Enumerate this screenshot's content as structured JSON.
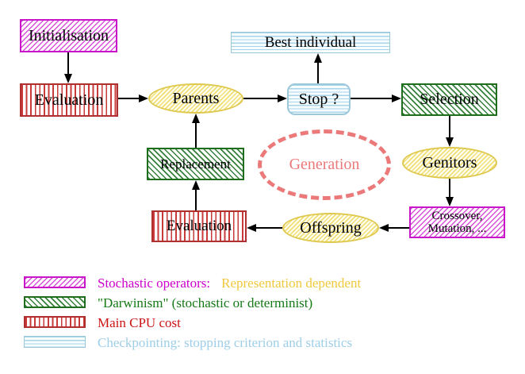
{
  "nodes": {
    "initialisation": "Initialisation",
    "evaluation_top": "Evaluation",
    "parents": "Parents",
    "best_individual": "Best individual",
    "stop": "Stop ?",
    "selection": "Selection",
    "replacement": "Replacement",
    "generation": "Generation",
    "genitors": "Genitors",
    "evaluation_bottom": "Evaluation",
    "offspring": "Offspring",
    "crossover_line1": "Crossover,",
    "crossover_line2": "Mutation, ..."
  },
  "edges": [
    {
      "from": "Initialisation",
      "to": "Evaluation"
    },
    {
      "from": "Evaluation",
      "to": "Parents"
    },
    {
      "from": "Parents",
      "to": "Stop ?"
    },
    {
      "from": "Stop ?",
      "to": "Best individual"
    },
    {
      "from": "Stop ?",
      "to": "Selection"
    },
    {
      "from": "Selection",
      "to": "Genitors"
    },
    {
      "from": "Genitors",
      "to": "Crossover, Mutation, ..."
    },
    {
      "from": "Crossover, Mutation, ...",
      "to": "Offspring"
    },
    {
      "from": "Offspring",
      "to": "Evaluation"
    },
    {
      "from": "Evaluation",
      "to": "Replacement"
    },
    {
      "from": "Replacement",
      "to": "Parents"
    }
  ],
  "legend": {
    "rows": [
      {
        "swatch": "magenta-diagonal-hatch",
        "label": "Stochastic operators:",
        "label_suffix": "Representation dependent"
      },
      {
        "swatch": "green-diagonal-hatch",
        "label": "\"Darwinism\" (stochastic or determinist)"
      },
      {
        "swatch": "red-vertical-stripes",
        "label": "Main CPU cost"
      },
      {
        "swatch": "cyan-horizontal-stripes",
        "label": "Checkpointing: stopping criterion and statistics"
      }
    ]
  },
  "colors": {
    "magenta": "#c816c8",
    "red": "#b03030",
    "green": "#1e6e1e",
    "cyan": "#9cc8dc",
    "yellow": "#dec84e",
    "salmon": "#ec7979",
    "magenta_text": "#cc00cc",
    "gold_text": "#efc83c",
    "green_text": "#157a15",
    "red_text": "#cc1414",
    "cyan_text": "#9ecee8"
  }
}
